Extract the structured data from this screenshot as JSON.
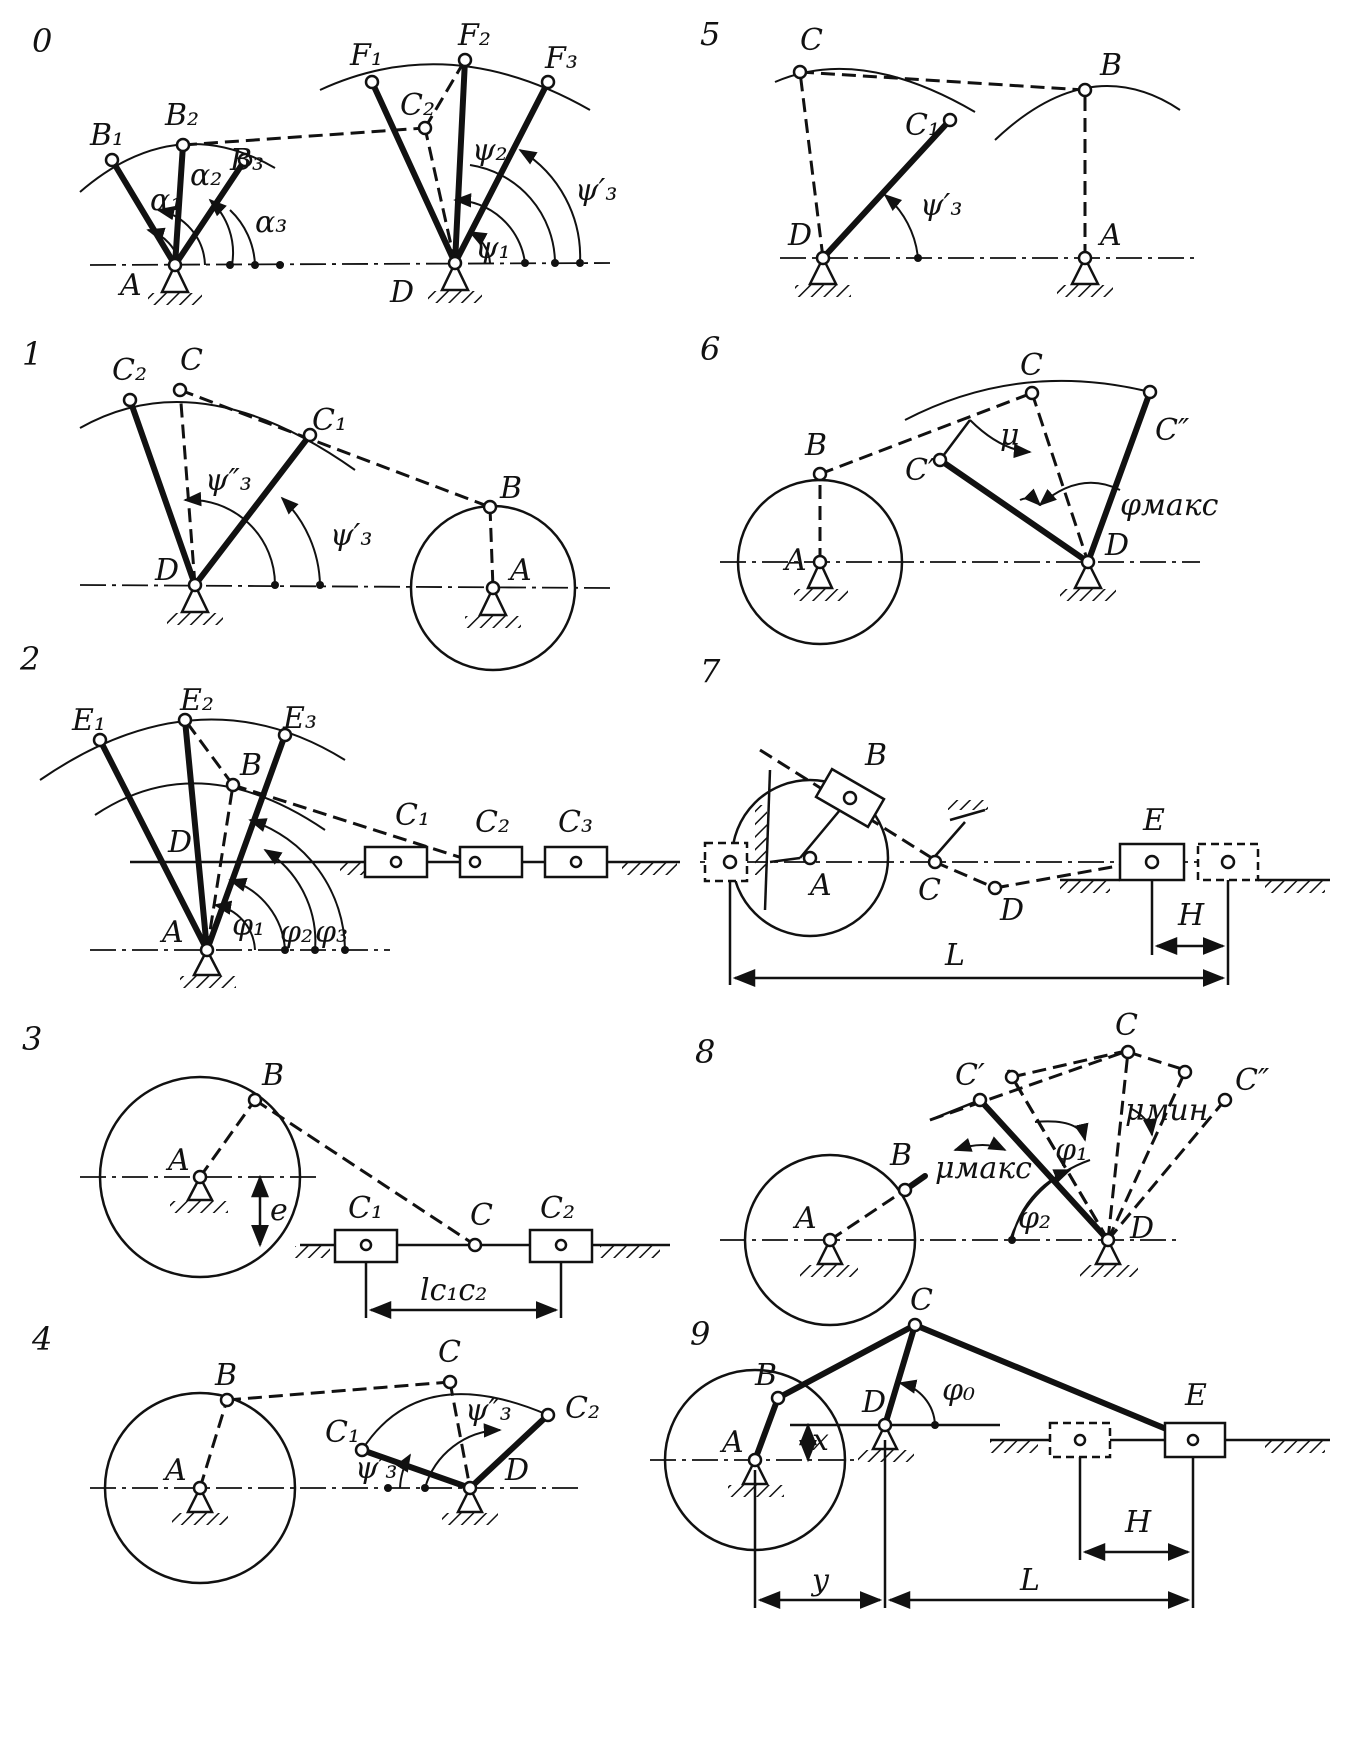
{
  "panels": [
    {
      "number": "0",
      "labels": {
        "B1": "B₁",
        "B2": "B₂",
        "B3": "B₃",
        "A": "A",
        "a1": "α₁",
        "a2": "α₂",
        "a3": "α₃",
        "F1": "F₁",
        "F2": "F₂",
        "F3": "F₃",
        "C2": "C₂",
        "psi2": "ψ₂",
        "psi3": "ψ′₃",
        "psi1": "ψ₁",
        "D": "D"
      }
    },
    {
      "number": "1",
      "labels": {
        "C2": "C₂",
        "C": "C",
        "C1": "C₁",
        "psi3pp": "ψ″₃",
        "psi3p": "ψ′₃",
        "D": "D",
        "B": "B",
        "A": "A"
      }
    },
    {
      "number": "2",
      "labels": {
        "E1": "E₁",
        "E2": "E₂",
        "E3": "E₃",
        "B": "B",
        "D": "D",
        "A": "A",
        "C1": "C₁",
        "C2": "C₂",
        "C3": "C₃",
        "phi1": "φ₁",
        "phi2": "φ₂",
        "phi3": "φ₃"
      }
    },
    {
      "number": "3",
      "labels": {
        "B": "B",
        "A": "A",
        "e": "e",
        "C1": "C₁",
        "C": "C",
        "C2": "C₂",
        "lc1c2": "lc₁c₂"
      }
    },
    {
      "number": "4",
      "labels": {
        "B": "B",
        "A": "A",
        "C": "C",
        "C1": "C₁",
        "C2": "C₂",
        "psi3pp": "ψ″₃",
        "psi3p": "ψ′₃",
        "D": "D"
      }
    },
    {
      "number": "5",
      "labels": {
        "C": "C",
        "B": "B",
        "C1": "C₁",
        "D": "D",
        "A": "A",
        "psi3p": "ψ′₃"
      }
    },
    {
      "number": "6",
      "labels": {
        "C": "C",
        "Cpp": "C″",
        "Cp": "C′",
        "B": "B",
        "A": "A",
        "D": "D",
        "mu": "μ",
        "phimax": "φмакс"
      }
    },
    {
      "number": "7",
      "labels": {
        "B": "B",
        "A": "A",
        "C": "C",
        "D": "D",
        "E": "E",
        "H": "H",
        "L": "L"
      }
    },
    {
      "number": "8",
      "labels": {
        "C": "C",
        "Cp": "C′",
        "Cpp": "C″",
        "B": "B",
        "A": "A",
        "D": "D",
        "mumax": "μмакс",
        "mumin": "μмин",
        "phi1": "φ₁",
        "phi2": "φ₂"
      }
    },
    {
      "number": "9",
      "labels": {
        "B": "B",
        "C": "C",
        "D": "D",
        "E": "E",
        "A": "A",
        "phi0": "φ₀",
        "x": "x",
        "y": "y",
        "H": "H",
        "L": "L"
      }
    }
  ]
}
